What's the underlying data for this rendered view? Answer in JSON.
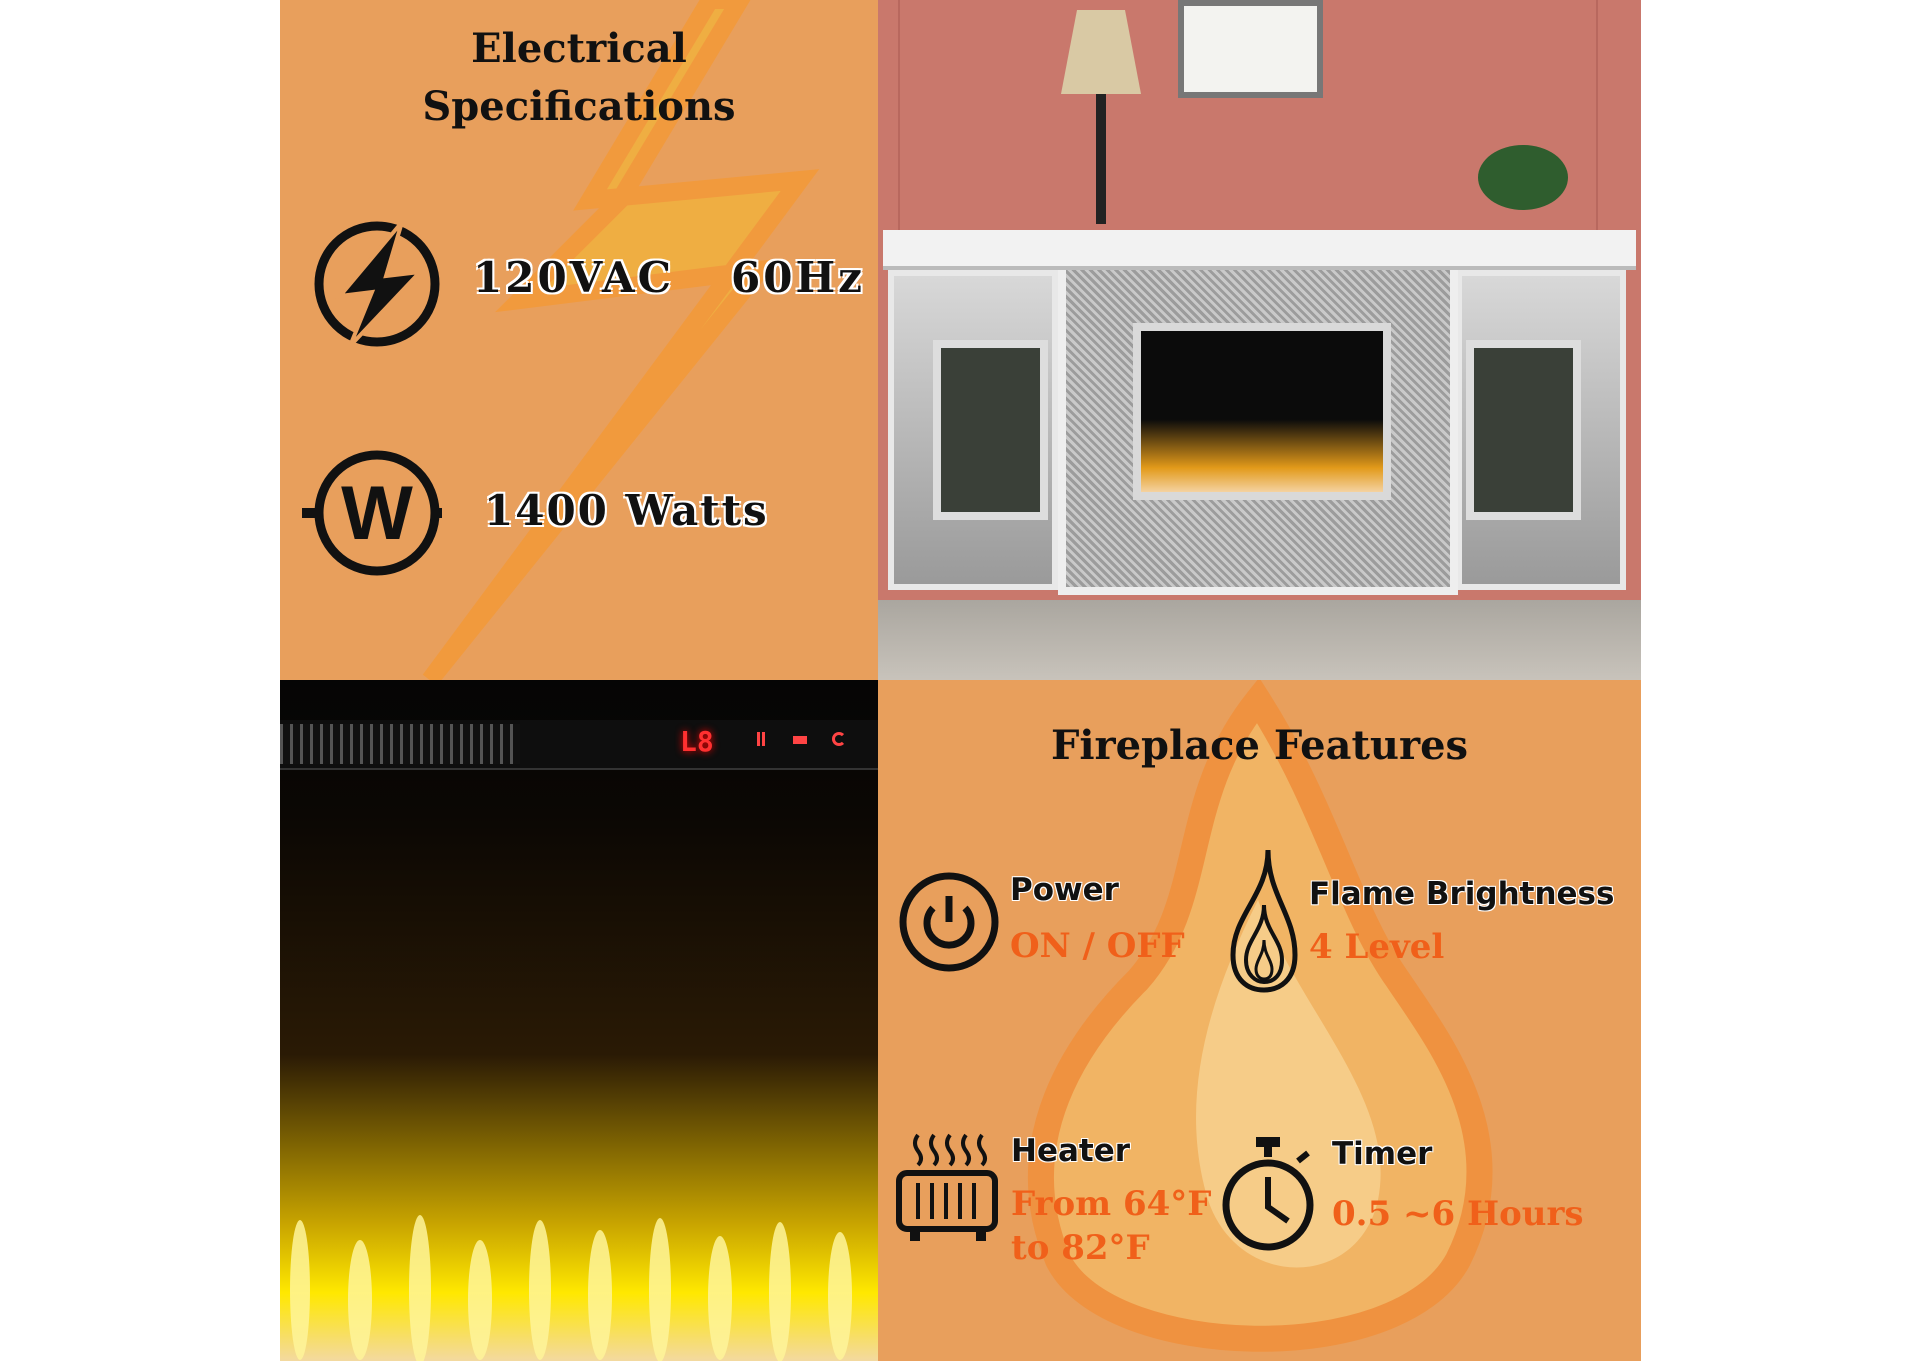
{
  "electrical": {
    "title_line1": "Electrical",
    "title_line2": "Specifications",
    "voltage": "120VAC",
    "frequency": "60Hz",
    "wattage": "1400 Watts",
    "icons": [
      "lightning-bolt-icon",
      "watt-icon"
    ]
  },
  "control_panel": {
    "display": "L8"
  },
  "features": {
    "title": "Fireplace Features",
    "items": [
      {
        "icon": "power-icon",
        "label": "Power",
        "value": "ON / OFF"
      },
      {
        "icon": "flame-icon",
        "label": "Flame Brightness",
        "value": "4 Level"
      },
      {
        "icon": "heater-icon",
        "label": "Heater",
        "value": "From 64°F",
        "value2": "to 82°F"
      },
      {
        "icon": "stopwatch-icon",
        "label": "Timer",
        "value": "0.5 ~6 Hours"
      }
    ]
  },
  "colors": {
    "panel": "#e89f5c",
    "accent": "#f0601a",
    "text": "#111111",
    "wall": "#c9786c"
  }
}
